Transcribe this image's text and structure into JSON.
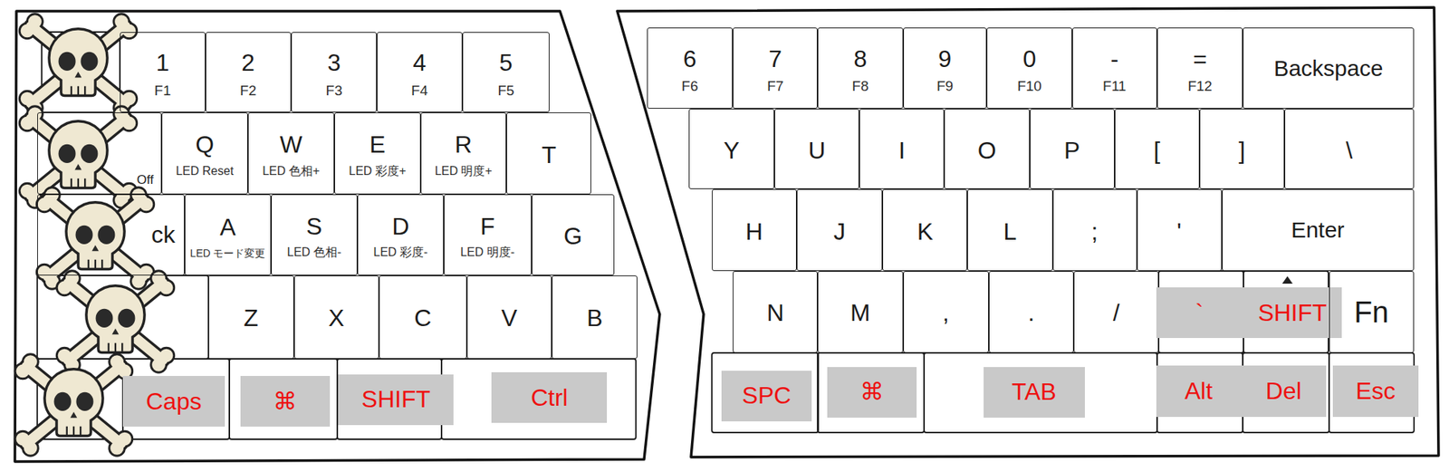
{
  "diagram": {
    "nodes": [
      {
        "text": [
          "1",
          "F1"
        ]
      },
      {
        "text": [
          "2",
          "F2"
        ]
      },
      {
        "text": [
          "3",
          "F3"
        ]
      },
      {
        "text": [
          "4",
          "F4"
        ]
      },
      {
        "text": [
          "5",
          "F5"
        ]
      },
      {
        "text": [
          "6",
          "F6"
        ]
      },
      {
        "text": [
          "7",
          "F7"
        ]
      },
      {
        "text": [
          "8",
          "F8"
        ]
      },
      {
        "text": [
          "9",
          "F9"
        ]
      },
      {
        "text": [
          "0",
          "F10"
        ]
      },
      {
        "text": [
          "-",
          "F11"
        ]
      },
      {
        "text": [
          "=",
          "F12"
        ]
      },
      {
        "text": [
          "Backspace"
        ]
      },
      {
        "text": [
          "Off"
        ]
      },
      {
        "text": [
          "Q",
          "LED Reset"
        ]
      },
      {
        "text": [
          "W",
          "LED 色相+"
        ]
      },
      {
        "text": [
          "E",
          "LED 彩度+"
        ]
      },
      {
        "text": [
          "R",
          "LED 明度+"
        ]
      },
      {
        "text": [
          "T"
        ]
      },
      {
        "text": [
          "Y"
        ]
      },
      {
        "text": [
          "U"
        ]
      },
      {
        "text": [
          "I"
        ]
      },
      {
        "text": [
          "O"
        ]
      },
      {
        "text": [
          "P"
        ]
      },
      {
        "text": [
          "["
        ]
      },
      {
        "text": [
          "]"
        ]
      },
      {
        "text": [
          "\\"
        ]
      },
      {
        "text": [
          "ck"
        ]
      },
      {
        "text": [
          "A",
          "LED モード変更"
        ]
      },
      {
        "text": [
          "S",
          "LED 色相-"
        ]
      },
      {
        "text": [
          "D",
          "LED 彩度-"
        ]
      },
      {
        "text": [
          "F",
          "LED 明度-"
        ]
      },
      {
        "text": [
          "G"
        ]
      },
      {
        "text": [
          "H"
        ]
      },
      {
        "text": [
          "J"
        ]
      },
      {
        "text": [
          "K"
        ]
      },
      {
        "text": [
          "L"
        ]
      },
      {
        "text": [
          ";"
        ]
      },
      {
        "text": [
          "'"
        ]
      },
      {
        "text": [
          "Enter"
        ]
      },
      {
        "text": [
          "Z"
        ]
      },
      {
        "text": [
          "X"
        ]
      },
      {
        "text": [
          "C"
        ]
      },
      {
        "text": [
          "V"
        ]
      },
      {
        "text": [
          "B"
        ]
      },
      {
        "text": [
          "N"
        ]
      },
      {
        "text": [
          "M"
        ]
      },
      {
        "text": [
          ","
        ]
      },
      {
        "text": [
          "."
        ]
      },
      {
        "text": [
          "/"
        ]
      },
      {
        "text": [
          "`"
        ]
      },
      {
        "text": [
          "SHIFT"
        ]
      },
      {
        "text": [
          "Fn"
        ]
      },
      {
        "text": [
          "Caps"
        ]
      },
      {
        "text": [
          "⌘"
        ]
      },
      {
        "text": [
          "SHIFT"
        ]
      },
      {
        "text": [
          "Ctrl"
        ]
      },
      {
        "text": [
          "SPC"
        ]
      },
      {
        "text": [
          "⌘"
        ]
      },
      {
        "text": [
          "TAB"
        ]
      },
      {
        "text": [
          "Alt"
        ]
      },
      {
        "text": [
          "Del"
        ]
      },
      {
        "text": [
          "Esc"
        ]
      }
    ]
  }
}
